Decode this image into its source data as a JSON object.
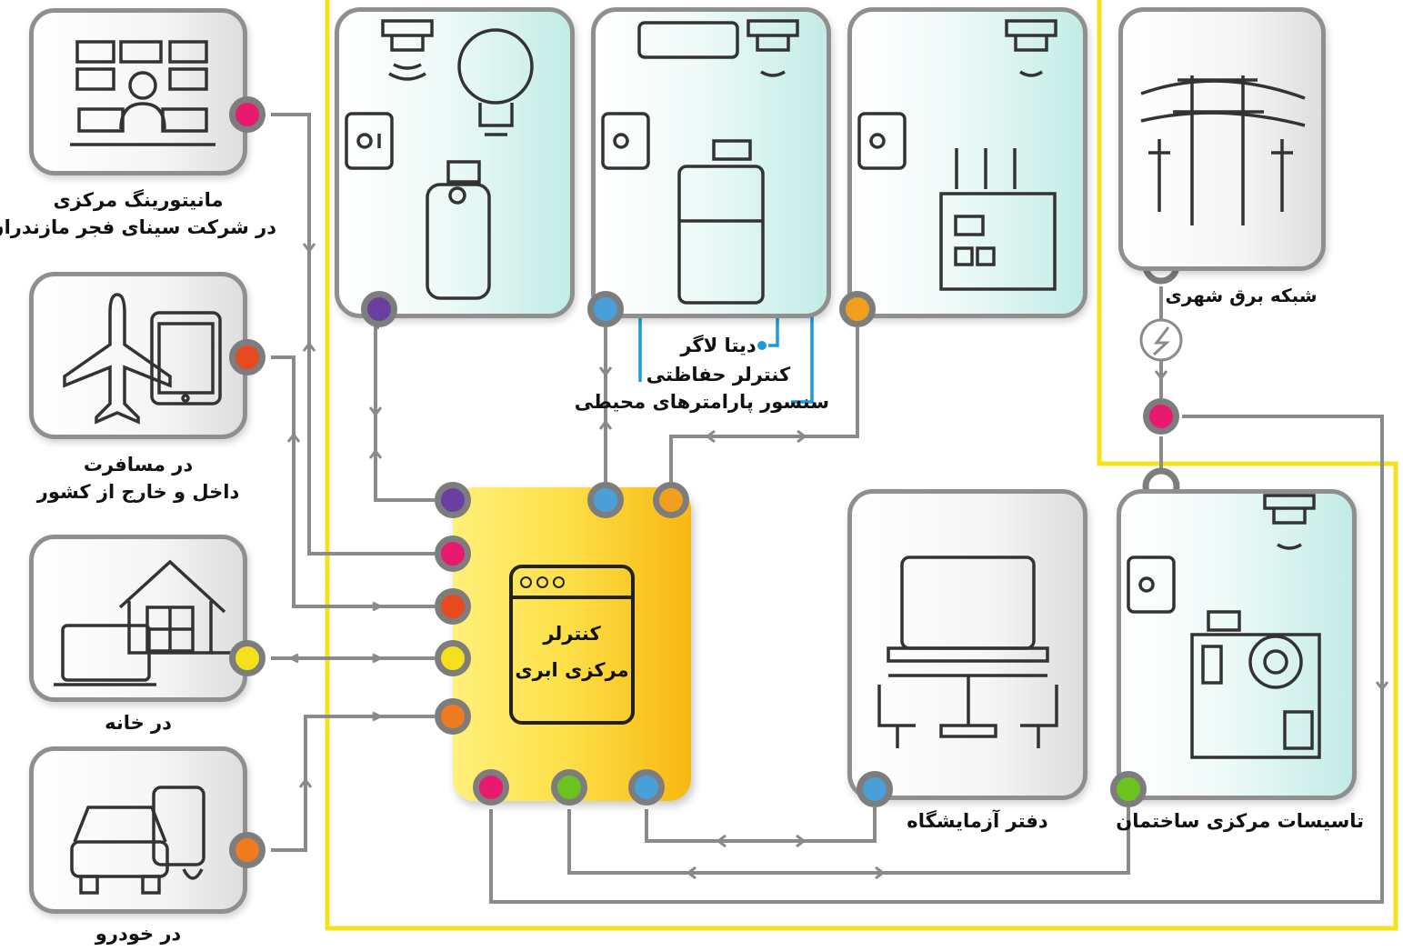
{
  "center": {
    "line1": "کنترلر",
    "line2": "مرکزی ابری"
  },
  "labels": {
    "monitoring_1": "مانیتورینگ مرکزی",
    "monitoring_2": "در شرکت سینای فجر مازندران",
    "travel_1": "در مسافرت",
    "travel_2": "داخل و خارج از کشور",
    "home": "در خانه",
    "car": "در خودرو",
    "grid": "شبکه برق شهری",
    "datalogger": "دیتا لاگر",
    "protection": "کنترلر حفاظتی",
    "sensor": "سنسور پارامترهای محیطی",
    "office": "دفتر آزمایشگاه",
    "facilities": "تاسیسات مرکزی ساختمان"
  },
  "colors": {
    "purple": "#6b3fa0",
    "blue": "#4a9fd8",
    "orange": "#f0a01e",
    "pink": "#e8196e",
    "red": "#e84a1e",
    "yellow": "#f5e01e",
    "dark_orange": "#f07a1e",
    "green": "#6cc21e",
    "accent_yellow": "#f5e11c",
    "arrow_blue": "#1a9cd8",
    "wire_gray": "#8a8a8a"
  },
  "icons": [
    "monitoring-icon",
    "airplane-icon",
    "tablet-icon",
    "home-icon",
    "laptop-icon",
    "car-icon",
    "phone-icon",
    "smoke-sensor-icon",
    "bulb-icon",
    "air-purifier-icon",
    "air-conditioner-icon",
    "fridge-icon",
    "lab-instrument-icon",
    "power-pole-icon",
    "lightning-icon",
    "office-desk-icon",
    "control-panel-icon",
    "gear-icon"
  ]
}
